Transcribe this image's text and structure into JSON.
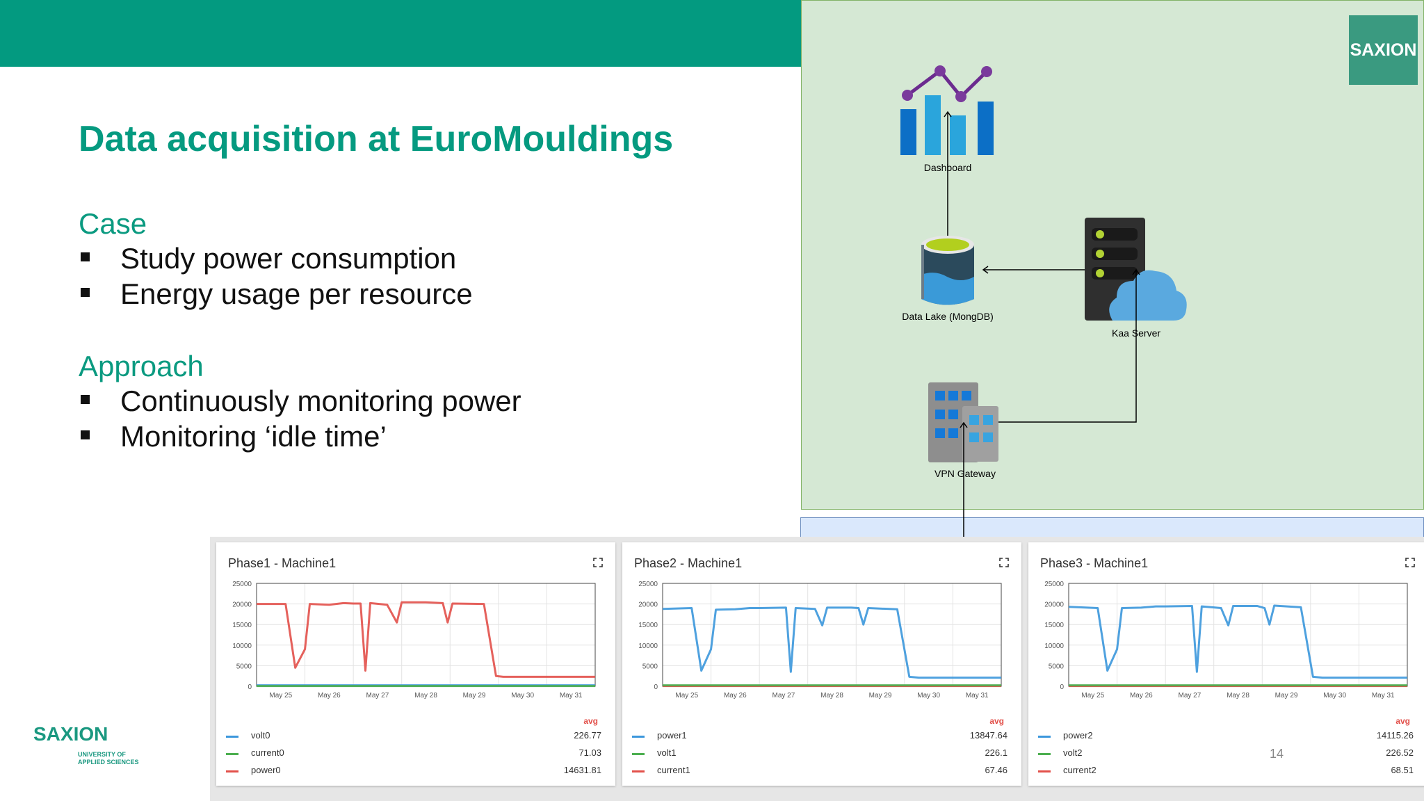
{
  "slide": {
    "title": "Data acquisition at EuroMouldings",
    "case_heading": "Case",
    "case_bullets": [
      "Study power consumption",
      "Energy usage per resource"
    ],
    "approach_heading": "Approach",
    "approach_bullets": [
      "Continuously monitoring power",
      "Monitoring ‘idle time’"
    ],
    "page_number": "14",
    "logo_text": "SAXION",
    "footer_logo": {
      "name": "SAXION",
      "sub1": "UNIVERSITY OF",
      "sub2": "APPLIED SCIENCES"
    }
  },
  "diagram": {
    "nodes": {
      "dashboard": "Dashboard",
      "data_lake": "Data Lake (MongDB)",
      "kaa_server": "Kaa Server",
      "vpn_gateway": "VPN Gateway"
    },
    "colors": {
      "background": "#d5e8d4",
      "lower_background": "#dae8fc"
    }
  },
  "panels": [
    {
      "title": "Phase1 - Machine1",
      "avg_label": "avg",
      "legend": [
        {
          "name": "volt0",
          "value": "226.77",
          "color": "#3b97dc"
        },
        {
          "name": "current0",
          "value": "71.03",
          "color": "#4caf50"
        },
        {
          "name": "power0",
          "value": "14631.81",
          "color": "#e2504a"
        }
      ]
    },
    {
      "title": "Phase2 - Machine1",
      "avg_label": "avg",
      "legend": [
        {
          "name": "power1",
          "value": "13847.64",
          "color": "#3b97dc"
        },
        {
          "name": "volt1",
          "value": "226.1",
          "color": "#4caf50"
        },
        {
          "name": "current1",
          "value": "67.46",
          "color": "#e2504a"
        }
      ]
    },
    {
      "title": "Phase3 - Machine1",
      "avg_label": "avg",
      "legend": [
        {
          "name": "power2",
          "value": "14115.26",
          "color": "#3b97dc"
        },
        {
          "name": "volt2",
          "value": "226.52",
          "color": "#4caf50"
        },
        {
          "name": "current2",
          "value": "68.51",
          "color": "#e2504a"
        }
      ]
    }
  ],
  "chart_data": [
    {
      "type": "line",
      "title": "Phase1 - Machine1",
      "x": [
        "May 25",
        "May 26",
        "May 27",
        "May 28",
        "May 29",
        "May 30",
        "May 31"
      ],
      "ylim": [
        0,
        25000
      ],
      "yticks": [
        0,
        5000,
        10000,
        15000,
        20000,
        25000
      ],
      "series": [
        {
          "name": "power0",
          "color": "#e2504a",
          "points": [
            [
              0,
              20000
            ],
            [
              0.6,
              20000
            ],
            [
              0.8,
              4500
            ],
            [
              1.0,
              9000
            ],
            [
              1.1,
              20000
            ],
            [
              1.5,
              19800
            ],
            [
              1.8,
              20200
            ],
            [
              2.0,
              20100
            ],
            [
              2.15,
              20100
            ],
            [
              2.25,
              3800
            ],
            [
              2.35,
              20200
            ],
            [
              2.7,
              19800
            ],
            [
              2.9,
              15500
            ],
            [
              3.0,
              20400
            ],
            [
              3.5,
              20400
            ],
            [
              3.85,
              20200
            ],
            [
              3.95,
              15500
            ],
            [
              4.05,
              20100
            ],
            [
              4.7,
              20000
            ],
            [
              4.95,
              2500
            ],
            [
              5.1,
              2300
            ],
            [
              7.0,
              2300
            ]
          ]
        },
        {
          "name": "current0",
          "color": "#4caf50",
          "points": [
            [
              0,
              71
            ],
            [
              7.0,
              71
            ]
          ]
        },
        {
          "name": "volt0",
          "color": "#3b97dc",
          "points": [
            [
              0,
              227
            ],
            [
              7.0,
              227
            ]
          ]
        }
      ]
    },
    {
      "type": "line",
      "title": "Phase2 - Machine1",
      "x": [
        "May 25",
        "May 26",
        "May 27",
        "May 28",
        "May 29",
        "May 30",
        "May 31"
      ],
      "ylim": [
        0,
        25000
      ],
      "yticks": [
        0,
        5000,
        10000,
        15000,
        20000,
        25000
      ],
      "series": [
        {
          "name": "power1",
          "color": "#3b97dc",
          "points": [
            [
              0,
              18800
            ],
            [
              0.6,
              19000
            ],
            [
              0.8,
              3800
            ],
            [
              1.0,
              9000
            ],
            [
              1.1,
              18600
            ],
            [
              1.5,
              18700
            ],
            [
              1.8,
              19000
            ],
            [
              2.0,
              19000
            ],
            [
              2.55,
              19100
            ],
            [
              2.65,
              3500
            ],
            [
              2.75,
              19000
            ],
            [
              3.15,
              18800
            ],
            [
              3.3,
              14800
            ],
            [
              3.4,
              19100
            ],
            [
              3.9,
              19100
            ],
            [
              4.05,
              19000
            ],
            [
              4.15,
              15000
            ],
            [
              4.25,
              19000
            ],
            [
              4.85,
              18700
            ],
            [
              5.1,
              2300
            ],
            [
              5.3,
              2100
            ],
            [
              7.0,
              2100
            ]
          ]
        },
        {
          "name": "volt1",
          "color": "#4caf50",
          "points": [
            [
              0,
              226
            ],
            [
              7.0,
              226
            ]
          ]
        },
        {
          "name": "current1",
          "color": "#e2504a",
          "points": [
            [
              0,
              67
            ],
            [
              7.0,
              67
            ]
          ]
        }
      ]
    },
    {
      "type": "line",
      "title": "Phase3 - Machine1",
      "x": [
        "May 25",
        "May 26",
        "May 27",
        "May 28",
        "May 29",
        "May 30",
        "May 31"
      ],
      "ylim": [
        0,
        25000
      ],
      "yticks": [
        0,
        5000,
        10000,
        15000,
        20000,
        25000
      ],
      "series": [
        {
          "name": "power2",
          "color": "#3b97dc",
          "points": [
            [
              0,
              19300
            ],
            [
              0.6,
              19000
            ],
            [
              0.8,
              3800
            ],
            [
              1.0,
              9000
            ],
            [
              1.1,
              19000
            ],
            [
              1.5,
              19100
            ],
            [
              1.8,
              19400
            ],
            [
              2.0,
              19400
            ],
            [
              2.55,
              19500
            ],
            [
              2.65,
              3500
            ],
            [
              2.75,
              19400
            ],
            [
              3.15,
              19000
            ],
            [
              3.3,
              14800
            ],
            [
              3.4,
              19500
            ],
            [
              3.9,
              19500
            ],
            [
              4.05,
              19000
            ],
            [
              4.15,
              15000
            ],
            [
              4.25,
              19600
            ],
            [
              4.8,
              19200
            ],
            [
              5.05,
              2300
            ],
            [
              5.25,
              2100
            ],
            [
              7.0,
              2100
            ]
          ]
        },
        {
          "name": "volt2",
          "color": "#4caf50",
          "points": [
            [
              0,
              227
            ],
            [
              7.0,
              227
            ]
          ]
        },
        {
          "name": "current2",
          "color": "#e2504a",
          "points": [
            [
              0,
              69
            ],
            [
              7.0,
              69
            ]
          ]
        }
      ]
    }
  ]
}
